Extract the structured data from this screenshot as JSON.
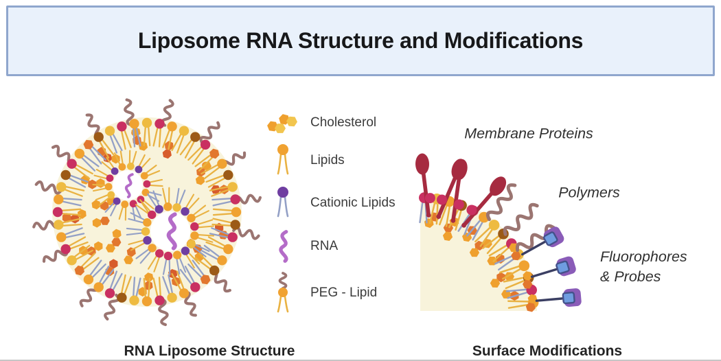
{
  "title": "Liposome RNA Structure and Modifications",
  "legend": {
    "items": [
      {
        "id": "cholesterol",
        "label": "Cholesterol"
      },
      {
        "id": "lipids",
        "label": "Lipids"
      },
      {
        "id": "cationic-lipids",
        "label": "Cationic Lipids"
      },
      {
        "id": "rna",
        "label": "RNA"
      },
      {
        "id": "peg-lipid",
        "label": "PEG - Lipid"
      }
    ]
  },
  "left_diagram": {
    "caption": "RNA Liposome Structure"
  },
  "right_diagram": {
    "caption": "Surface Modifications",
    "labels": {
      "membrane_proteins": "Membrane Proteins",
      "polymers": "Polymers",
      "fluorophores_line1": "Fluorophores",
      "fluorophores_line2": "& Probes"
    }
  },
  "palette": {
    "banner_bg": "#e9f1fb",
    "banner_border": "#8fa6cd",
    "title_color": "#17181a",
    "legend_text": "#3b3b3b",
    "label_italic": "#303030",
    "caption": "#242424",
    "cream": "#f8f3db",
    "white": "#ffffff",
    "head_orange": "#f0a231",
    "head_golden": "#eebb41",
    "head_crimson": "#c93061",
    "head_brown": "#9c5a16",
    "head_purple": "#6f3ea1",
    "hex_orange": "#efa02e",
    "hex_dark": "#e2772e",
    "hex_rust": "#d75c2c",
    "hex_light": "#f2c54e",
    "tail_yellow": "#e9b243",
    "tail_blue": "#93a0c6",
    "peg_brown": "#9b7571",
    "rna_purple": "#b46cc8",
    "protein_red": "#a62b40",
    "probe_purple": "#8a5cb8",
    "probe_blue": "#6f9ce0",
    "probe_blue_dark": "#44518a",
    "probe_line": "#3b3f63",
    "bottom_edge": "#c6c6c6"
  }
}
